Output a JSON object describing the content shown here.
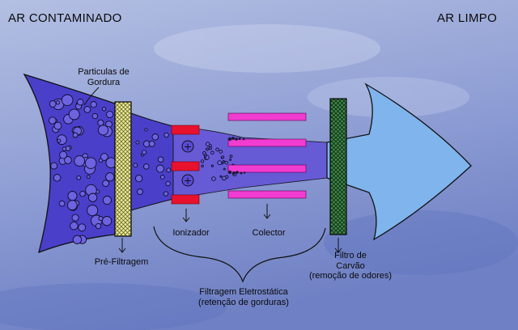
{
  "titles": {
    "left": "AR CONTAMINADO",
    "right": "AR LIMPO"
  },
  "labels": {
    "particles_line1": "Particulas de",
    "particles_line2": "Gordura",
    "pre_filter": "Pré-Filtragem",
    "ionizer": "Ionizador",
    "collector": "Colector",
    "carbon_line1": "Filtro de",
    "carbon_line2": "Carvão",
    "carbon_line3": "(remoção de odores)",
    "electro_line1": "Filtragem Eletrostática",
    "electro_line2": "(retenção de gorduras)"
  },
  "symbols": {
    "ion_charge": "+"
  },
  "colors": {
    "background_top": "#a7b4dc",
    "background_bottom": "#6f80c4",
    "contaminated_air": "#4a3fc9",
    "pre_filter": "#ecec9a",
    "ionizer_plate": "#e8122e",
    "collector_plate": "#f03cd0",
    "carbon_filter": "#2f7a3a",
    "clean_air": "#7fb4ec"
  },
  "icons": [
    "down-arrow-icon",
    "brace-icon",
    "grease-particle-icon"
  ]
}
